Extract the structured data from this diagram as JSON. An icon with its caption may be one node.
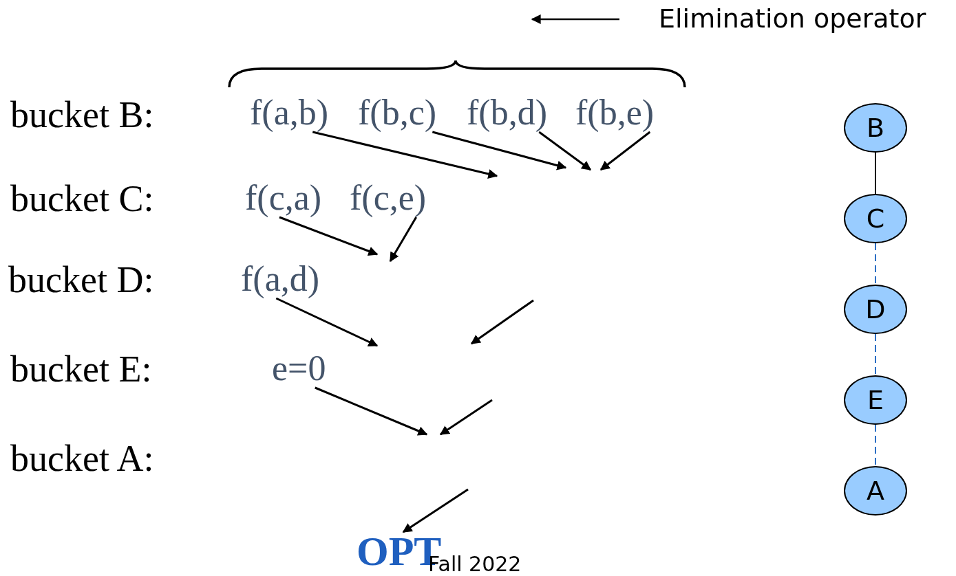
{
  "diagram": {
    "nodes": [
      {
        "text": [
          "f(a,b)"
        ]
      },
      {
        "text": [
          "f(b,c)"
        ]
      },
      {
        "text": [
          "f(b,d)"
        ]
      },
      {
        "text": [
          "f(b,e)"
        ]
      },
      {
        "text": [
          "f(c,a)"
        ]
      },
      {
        "text": [
          "f(c,e)"
        ]
      },
      {
        "text": [
          "f(a,d)"
        ]
      },
      {
        "text": [
          "e=0"
        ]
      },
      {
        "text": [
          "OPT"
        ]
      },
      {
        "text": [
          "B"
        ]
      },
      {
        "text": [
          "C"
        ]
      },
      {
        "text": [
          "D"
        ]
      },
      {
        "text": [
          "E"
        ]
      },
      {
        "text": [
          "A"
        ]
      }
    ],
    "edges": [
      {
        "from": 0,
        "to": null,
        "arrow": "to"
      },
      {
        "from": 1,
        "to": null,
        "arrow": "to"
      },
      {
        "from": 2,
        "to": null,
        "arrow": "to"
      },
      {
        "from": 3,
        "to": null,
        "arrow": "to"
      },
      {
        "from": 4,
        "to": null,
        "arrow": "to"
      },
      {
        "from": 5,
        "to": null,
        "arrow": "to"
      },
      {
        "from": 6,
        "to": null,
        "arrow": "to"
      },
      {
        "from": 7,
        "to": null,
        "arrow": "to"
      },
      {
        "from": null,
        "to": 8,
        "arrow": "to"
      },
      {
        "from": 9,
        "to": 10,
        "arrow": "none"
      },
      {
        "from": 10,
        "to": 11,
        "arrow": "none",
        "style": "dashed",
        "color": "#2b6fc4"
      },
      {
        "from": 11,
        "to": 12,
        "arrow": "none",
        "style": "dashed",
        "color": "#2b6fc4"
      },
      {
        "from": 12,
        "to": 13,
        "arrow": "none",
        "style": "dashed",
        "color": "#2b6fc4"
      }
    ],
    "labels": [
      "bucket  B:",
      "bucket  C:",
      "bucket  D:",
      "bucket  E:",
      "bucket  A:",
      "Fall 2022"
    ],
    "legend": [
      {
        "text": "Elimination operator"
      }
    ]
  }
}
